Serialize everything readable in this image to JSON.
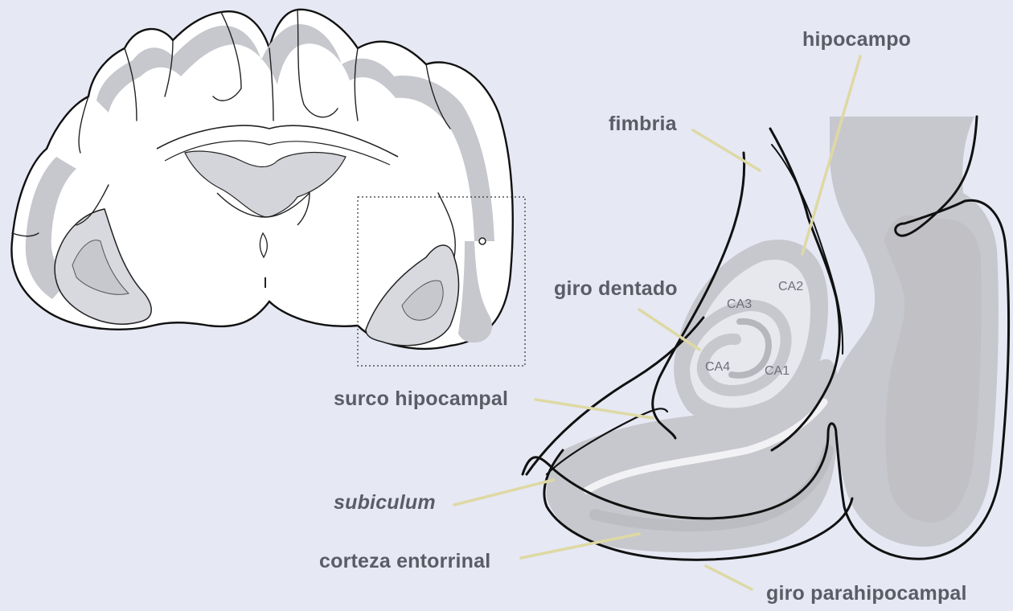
{
  "labels": {
    "hipocampo": "hipocampo",
    "fimbria": "fimbria",
    "giro_dentado": "giro dentado",
    "surco_hipocampal": "surco hipocampal",
    "subiculum": "subiculum",
    "corteza_entorrinal": "corteza entorrinal",
    "giro_parahipocampal": "giro parahipocampal"
  },
  "regions": {
    "ca1": "CA1",
    "ca2": "CA2",
    "ca3": "CA3",
    "ca4": "CA4"
  },
  "colors": {
    "background": "#e6e8f4",
    "gray_matter": "#c7c8cd",
    "white_matter": "#f2f2f5",
    "outline": "#111111",
    "leader_line": "#ded9a4",
    "label_text": "#5a5c66"
  }
}
